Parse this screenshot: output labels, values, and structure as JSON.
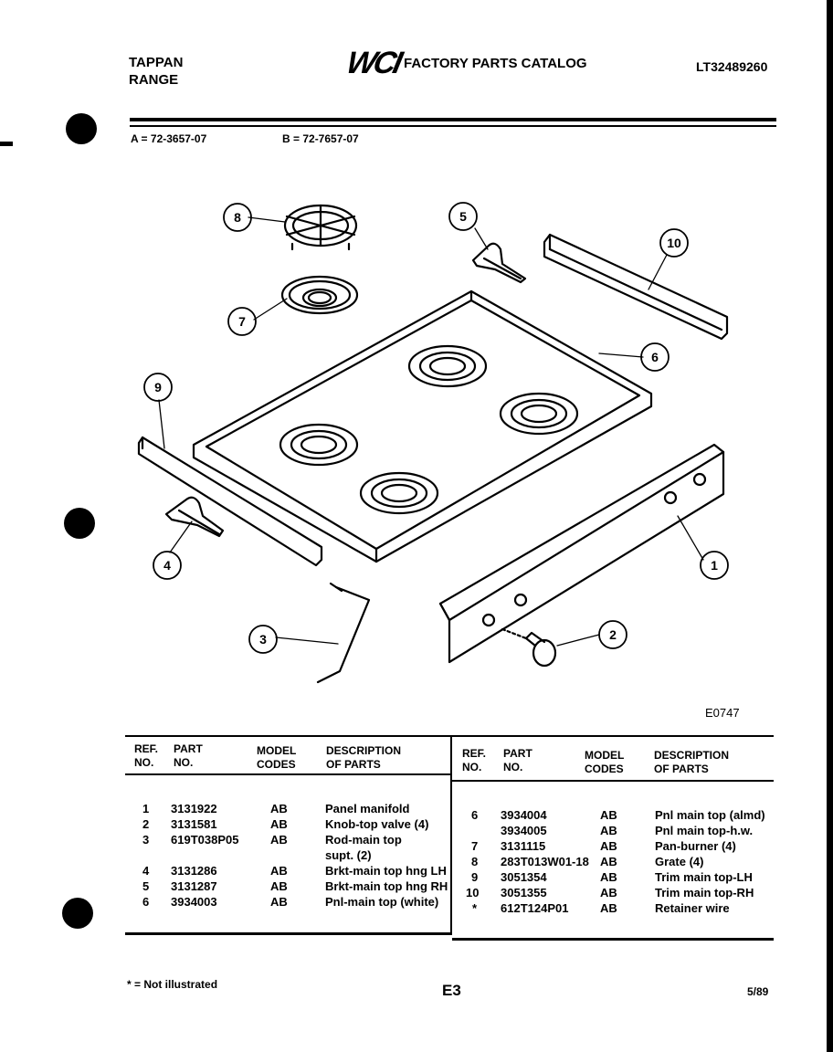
{
  "header": {
    "brand_line1": "TAPPAN",
    "brand_line2": "RANGE",
    "logo": "WCI",
    "catalog_title": "FACTORY PARTS CATALOG",
    "catalog_code": "LT32489260"
  },
  "models": {
    "a": "A = 72-3657-07",
    "b": "B = 72-7657-07"
  },
  "diagram": {
    "callouts": [
      "1",
      "2",
      "3",
      "4",
      "5",
      "6",
      "7",
      "8",
      "9",
      "10"
    ],
    "reference_code": "E0747"
  },
  "table": {
    "headers": {
      "ref_1": "REF.",
      "ref_2": "NO.",
      "part_1": "PART",
      "part_2": "NO.",
      "model_1": "MODEL",
      "model_2": "CODES",
      "desc_1": "DESCRIPTION",
      "desc_2": "OF PARTS"
    },
    "left_rows": [
      {
        "ref": "1",
        "part": "3131922",
        "codes": "AB",
        "desc": "Panel manifold"
      },
      {
        "ref": "2",
        "part": "3131581",
        "codes": "AB",
        "desc": "Knob-top valve (4)"
      },
      {
        "ref": "3",
        "part": "619T038P05",
        "codes": "AB",
        "desc": "Rod-main top"
      },
      {
        "ref": "",
        "part": "",
        "codes": "",
        "desc": "supt. (2)"
      },
      {
        "ref": "4",
        "part": "3131286",
        "codes": "AB",
        "desc": "Brkt-main top hng LH"
      },
      {
        "ref": "5",
        "part": "3131287",
        "codes": "AB",
        "desc": "Brkt-main top hng RH"
      },
      {
        "ref": "6",
        "part": "3934003",
        "codes": "AB",
        "desc": "Pnl-main top (white)"
      }
    ],
    "right_rows": [
      {
        "ref": "6",
        "part": "3934004",
        "codes": "AB",
        "desc": "Pnl main top (almd)"
      },
      {
        "ref": "",
        "part": "3934005",
        "codes": "AB",
        "desc": "Pnl main top-h.w."
      },
      {
        "ref": "7",
        "part": "3131115",
        "codes": "AB",
        "desc": "Pan-burner (4)"
      },
      {
        "ref": "8",
        "part": "283T013W01-18",
        "codes": "AB",
        "desc": "Grate (4)"
      },
      {
        "ref": "9",
        "part": "3051354",
        "codes": "AB",
        "desc": "Trim main top-LH"
      },
      {
        "ref": "10",
        "part": "3051355",
        "codes": "AB",
        "desc": "Trim main top-RH"
      },
      {
        "ref": "*",
        "part": "612T124P01",
        "codes": "AB",
        "desc": "Retainer wire"
      }
    ]
  },
  "footer": {
    "note": "* = Not illustrated",
    "page": "E3",
    "date": "5/89"
  }
}
